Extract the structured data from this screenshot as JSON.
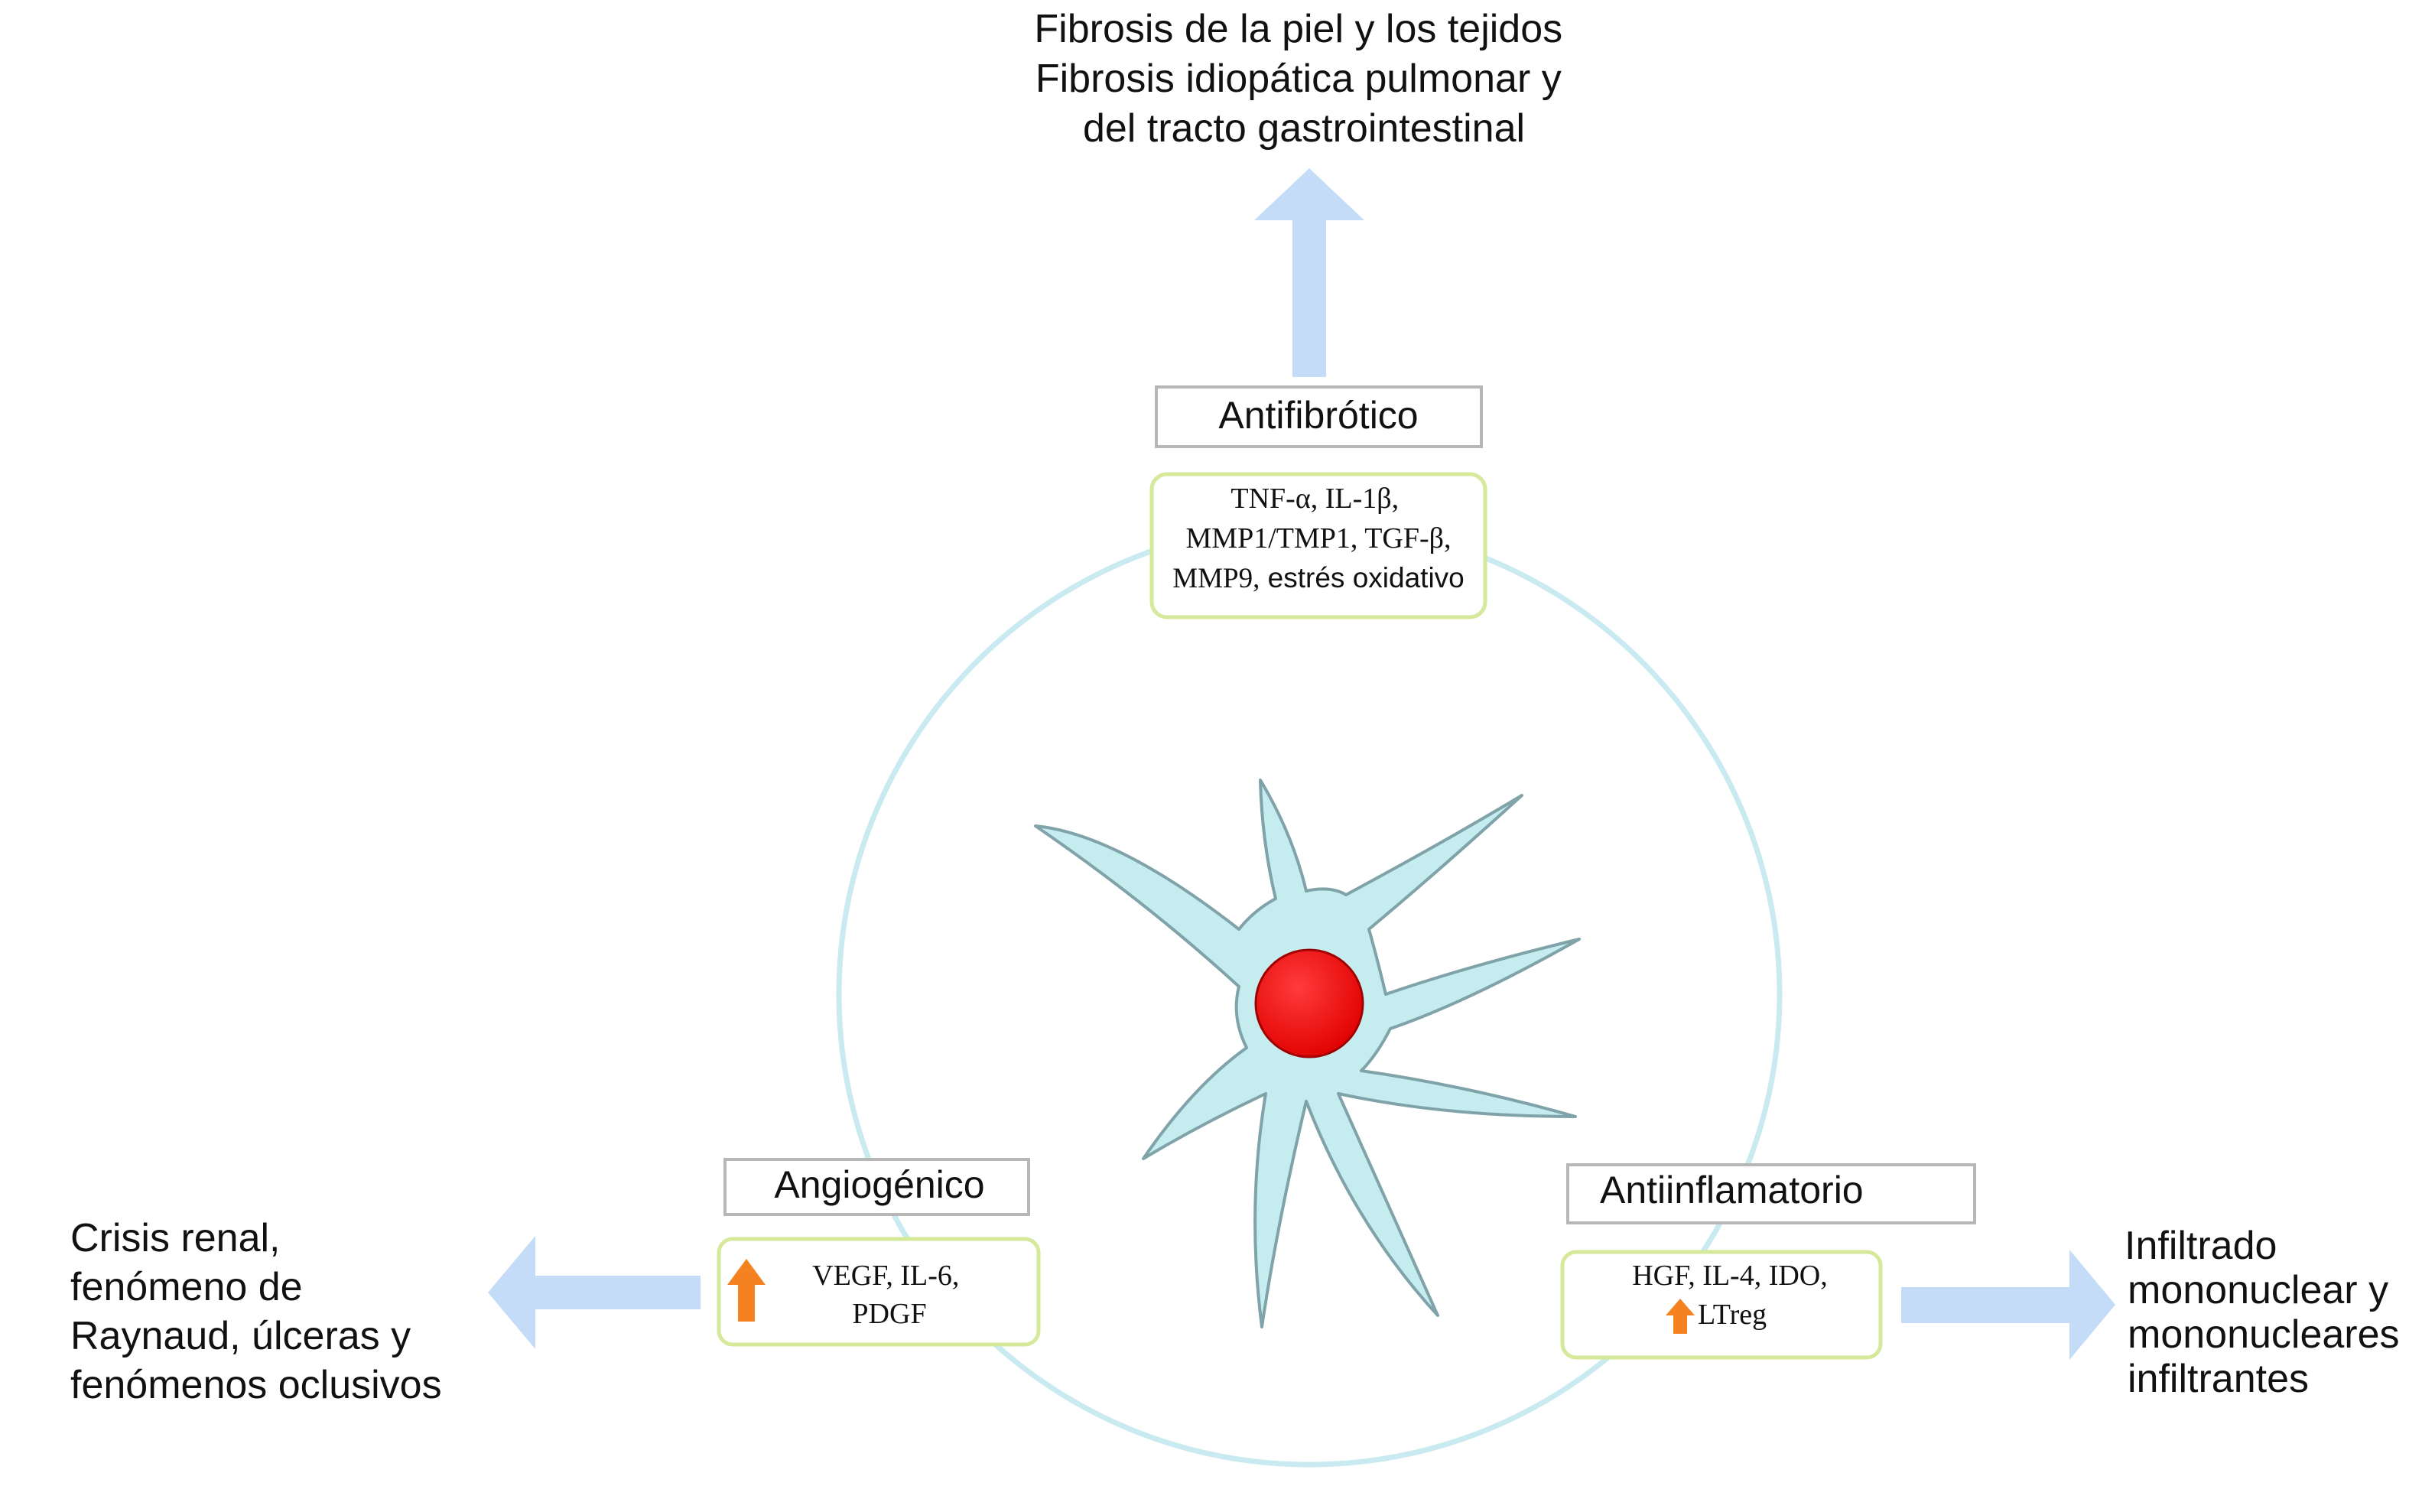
{
  "colors": {
    "circle": "#c9eaf0",
    "pathway_arrow": "#c4dcf7",
    "cell_body": "#c5ecef",
    "cell_outline": "#7fa3a8",
    "nucleus": "#ff0000",
    "label_box_border": "#b7b7b7",
    "mechanism_box_border": "#d6e89a",
    "increase_arrow": "#f58220"
  },
  "icons": {
    "cell": "mesenchymal-stem-cell-icon",
    "increase": "up-arrow-icon",
    "pathway": "block-arrow-icon"
  },
  "top": {
    "outcome_lines": [
      "Fibrosis de la piel y los tejidos",
      "Fibrosis idiopática pulmonar y",
      "del tracto gastrointestinal"
    ],
    "label": "Antifibrótico",
    "mechanism_lines": [
      "TNF-α, IL-1β,",
      "MMP1/TMP1, TGF-β,"
    ],
    "mechanism_last": {
      "serif_part": "MMP9,",
      "sans_part": " estrés oxidativo"
    }
  },
  "left": {
    "outcome_lines": [
      "Crisis renal,",
      "fenómeno de",
      "Raynaud, úlceras y",
      "fenómenos oclusivos"
    ],
    "label": "Angiogénico",
    "mechanism_lines": [
      "VEGF, IL-6,",
      "PDGF"
    ]
  },
  "right": {
    "outcome_lines": [
      "Infiltrado",
      "mononuclear y",
      "mononucleares",
      "infiltrantes"
    ],
    "label": "Antiinflamatorio",
    "mechanism_lines": [
      "HGF, IL-4, IDO,",
      "LTreg"
    ]
  }
}
